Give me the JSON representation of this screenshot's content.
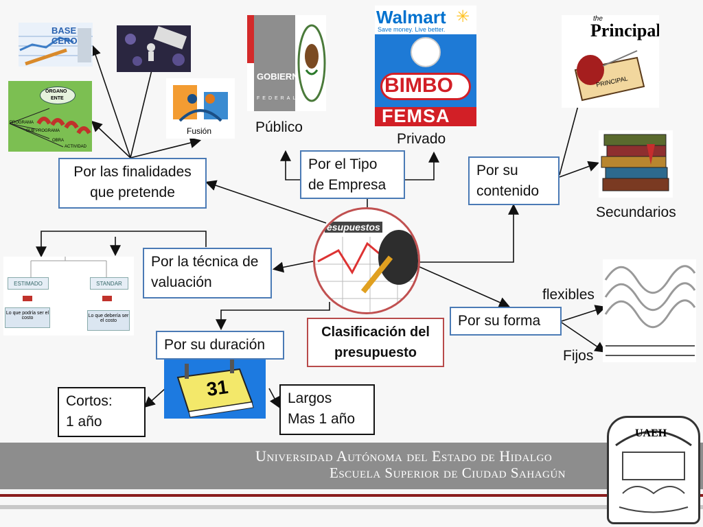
{
  "central": {
    "title": "Clasificación del presupuesto",
    "image_text": "esupuestos"
  },
  "categories": {
    "finalidades": "Por las finalidades que pretende",
    "tipo_empresa": "Por el Tipo de Empresa",
    "contenido": "Por su contenido",
    "tecnica": "Por la técnica de valuación",
    "duracion": "Por su duración",
    "forma": "Por su forma"
  },
  "leaves": {
    "publico": "Público",
    "privado": "Privado",
    "secundarios": "Secundarios",
    "flexibles": "flexibles",
    "fijos": "Fijos",
    "cortos_l1": "Cortos:",
    "cortos_l2": "1 año",
    "largos_l1": "Largos",
    "largos_l2": "Mas 1 año",
    "fusion": "Fusión"
  },
  "images": {
    "base_cero": "BASE CERO",
    "org_organo": "ÓRGANO",
    "org_ente": "ENTE",
    "org_programa": "PROGRAMA",
    "org_subprograma": "SUB PROGRAMA",
    "org_obra": "OBRA",
    "org_actividad": "ACTIVIDAD",
    "gobierno": "GOBIERNO",
    "federal": "FEDERAL",
    "walmart": "Walmart",
    "walmart_tag": "Save money. Live better.",
    "bimbo": "BIMBO",
    "femsa": "FEMSA",
    "principal_title": "Principal",
    "principal_small": "the",
    "principal_tag": "PRINCIPAL",
    "estimado": "ESTIMADO",
    "standar": "STANDAR",
    "podria": "Lo que podría ser el costo",
    "deberia": "Lo que debería ser el costo",
    "calendar_day": "31"
  },
  "footer": {
    "line1": "Universidad Autónoma del Estado de Hidalgo",
    "line2": "Escuela Superior de Ciudad Sahagún",
    "seal_text": "UAEH"
  },
  "colors": {
    "box_border": "#4a7ab5",
    "center_border": "#b84a4a",
    "footer_gray": "#8d8d8d",
    "footer_red": "#8a1d1d"
  }
}
